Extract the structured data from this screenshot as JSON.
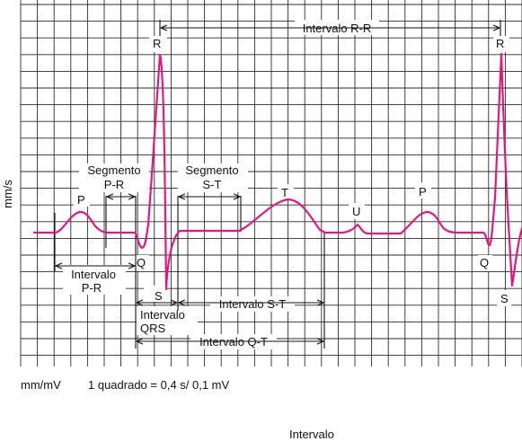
{
  "axis": {
    "ylabel": "mm/s"
  },
  "waves": {
    "p1": "P",
    "r1": "R",
    "q1": "Q",
    "s1": "S",
    "t": "T",
    "u": "U",
    "p2": "P",
    "r2": "R",
    "q2": "Q",
    "s2": "S"
  },
  "annotations": {
    "interval_rr": "Intervalo R-R",
    "segment_pr_line1": "Segmento",
    "segment_pr_line2": "P-R",
    "segment_st_line1": "Segmento",
    "segment_st_line2": "S-T",
    "interval_pr_line1": "Intervalo",
    "interval_pr_line2": "P-R",
    "interval_qrs_line1": "Intervalo",
    "interval_qrs_line2": "QRS",
    "interval_st": "Intervalo S-T",
    "interval_qt": "Intervalo Q-T"
  },
  "footer": {
    "units": "mm/mV",
    "scale": "1 quadrado = 0,4 s/ 0,1 mV",
    "caption": "Intervalo"
  },
  "colors": {
    "trace": "#e0197d",
    "grid": "#2b2b2b",
    "text": "#111111"
  }
}
